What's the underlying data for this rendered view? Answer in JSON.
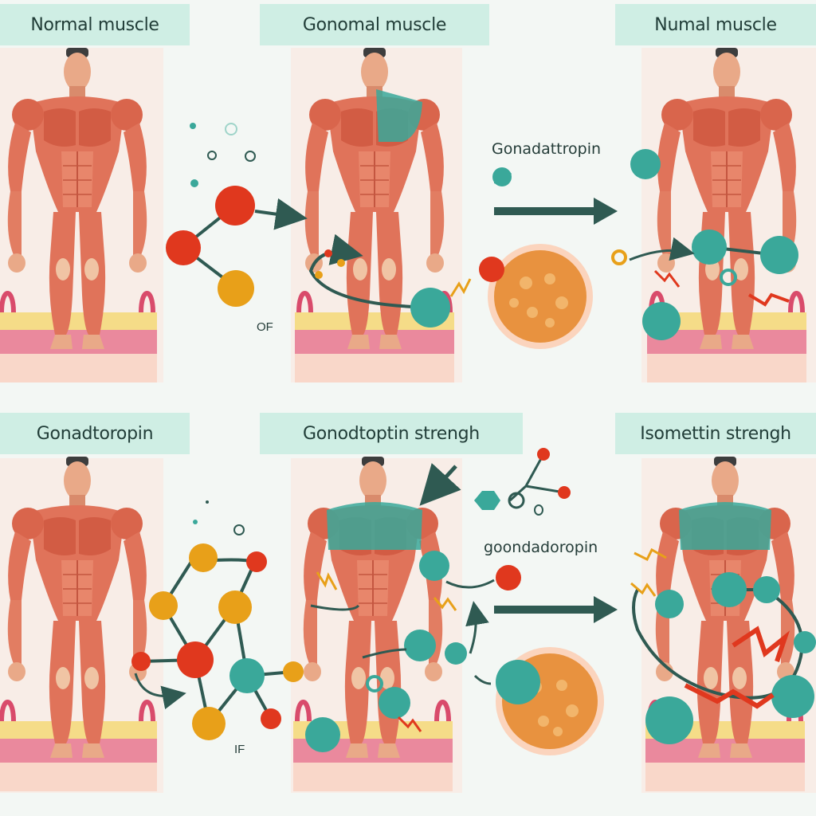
{
  "panels": {
    "top_left_label": "Normal muscle",
    "top_center_label": "Gonomal muscle",
    "top_right_label": "Numal muscle",
    "bottom_left_label": "Gonadtoropin",
    "bottom_center_label": "Gonodtoptin strengh",
    "bottom_right_label": "Isomettin strengh"
  },
  "annotations": {
    "top_molecule_label": "OF",
    "top_arrow_label": "Gonadattropin",
    "bottom_molecule_label": "IF",
    "bottom_arrow_label": "goondadoropin"
  },
  "colors": {
    "label_bg": "#cfeee4",
    "muscle": "#e0735a",
    "teal_molecule": "#3aa89a",
    "red_molecule": "#e0381e",
    "orange_molecule": "#e8a019",
    "arrow": "#2f5a52"
  }
}
